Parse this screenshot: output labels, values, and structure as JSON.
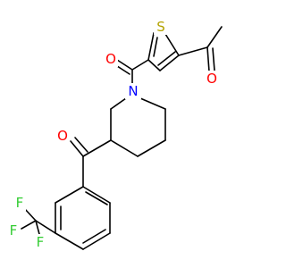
{
  "molecule": {
    "atom_labels": {
      "thiophene_sulfur": "S",
      "acetyl_oxygen": "O",
      "amide_oxygen": "O",
      "piperidine_nitrogen": "N",
      "ketone_oxygen": "O",
      "fluorine_1": "F",
      "fluorine_2": "F",
      "fluorine_3": "F"
    },
    "colors": {
      "bond": "#000000",
      "sulfur": "#b3a200",
      "oxygen": "#ff0000",
      "nitrogen": "#0000ff",
      "fluorine": "#33cc33"
    }
  }
}
